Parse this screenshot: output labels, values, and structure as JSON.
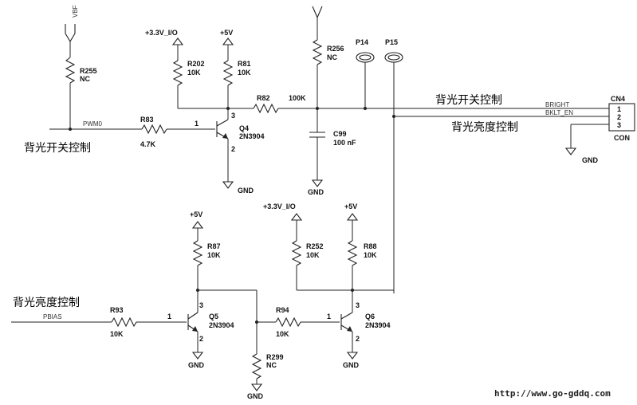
{
  "labels": {
    "vbf": "VBF",
    "r255": "R255",
    "r255v": "NC",
    "pwm0": "PWM0",
    "r83": "R83",
    "r83v": "4.7K",
    "cn_left_top": "背光开关控制",
    "v33a": "+3.3V_I/O",
    "r202": "R202",
    "r202v": "10K",
    "v5a": "+5V",
    "r81": "R81",
    "r81v": "10K",
    "q4": "Q4",
    "q4v": "2N3904",
    "q4p1": "1",
    "q4p2": "2",
    "q4p3": "3",
    "gnd_q4": "GND",
    "r82": "R82",
    "r82v": "100K",
    "r256": "R256",
    "r256v": "NC",
    "c99": "C99",
    "c99v": "100 nF",
    "gnd_c99": "GND",
    "p14": "P14",
    "p15": "P15",
    "cn_right_top": "背光开关控制",
    "bright": "BRIGHT",
    "bklt": "BKLT_EN",
    "cn_right_bottom": "背光亮度控制",
    "cn4": "CN4",
    "cn4p1": "1",
    "cn4p2": "2",
    "cn4p3": "3",
    "con": "CON",
    "gnd_cn4": "GND",
    "v5b": "+5V",
    "r87": "R87",
    "r87v": "10K",
    "cn_left_bottom": "背光亮度控制",
    "pbias": "PBIAS",
    "r93": "R93",
    "r93v": "10K",
    "q5": "Q5",
    "q5v": "2N3904",
    "q5p1": "1",
    "q5p2": "2",
    "q5p3": "3",
    "gnd_q5": "GND",
    "r94": "R94",
    "r94v": "10K",
    "r299": "R299",
    "r299v": "NC",
    "gnd_r299": "GND",
    "v33b": "+3.3V_I/O",
    "r252": "R252",
    "r252v": "10K",
    "v5c": "+5V",
    "r88": "R88",
    "r88v": "10K",
    "q6": "Q6",
    "q6v": "2N3904",
    "q6p1": "1",
    "q6p2": "2",
    "q6p3": "3",
    "gnd_q6": "GND",
    "url": "http://www.go-gddq.com"
  }
}
